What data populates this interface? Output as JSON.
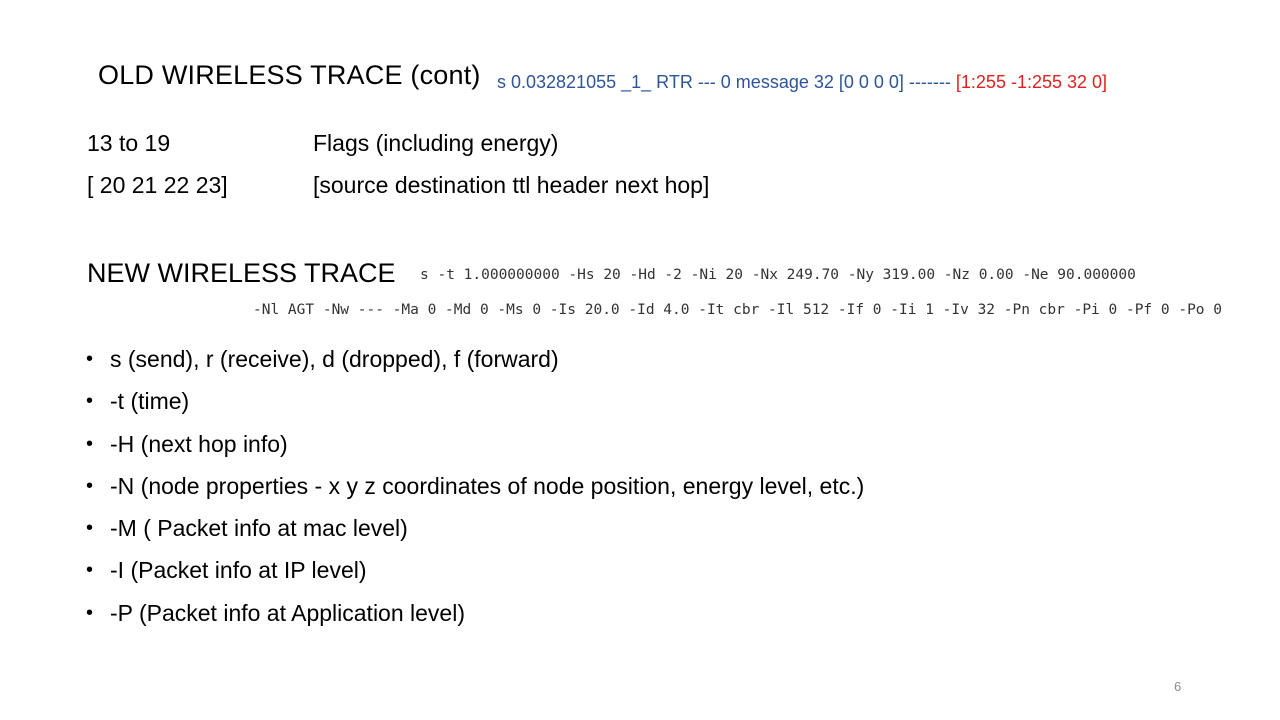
{
  "old_section": {
    "title": "OLD WIRELESS TRACE  (cont)",
    "trace_blue": "s 0.032821055 _1_ RTR  --- 0 message 32 [0 0 0 0]  -------",
    "trace_red": "[1:255 -1:255 32 0]",
    "rows": [
      {
        "left": "13 to 19",
        "right": "Flags  (including energy)"
      },
      {
        "left": "[ 20  21  22  23]",
        "right": "[source   destination    ttl header    next hop]"
      }
    ]
  },
  "new_section": {
    "title": "NEW WIRELESS TRACE",
    "trace_line_1": "s -t 1.000000000 -Hs 20 -Hd -2 -Ni 20 -Nx 249.70 -Ny 319.00 -Nz 0.00 -Ne 90.000000",
    "trace_line_2": "-Nl AGT -Nw --- -Ma 0 -Md 0 -Ms 0 -Is 20.0 -Id 4.0 -It cbr -Il 512 -If 0 -Ii 1 -Iv 32 -Pn cbr -Pi 0 -Pf 0 -Po 0",
    "bullet_glyph": "•",
    "bullets": [
      "s (send), r (receive), d (dropped), f (forward)",
      "-t  (time)",
      "-H (next hop info)",
      "-N (node properties - x y z coordinates of node position, energy level, etc.)",
      "-M ( Packet info at mac level)",
      "-I (Packet info at IP level)",
      "-P (Packet info at Application level)"
    ]
  },
  "page_number": "6",
  "colors": {
    "trace_blue": "#2e5597",
    "trace_red": "#e02020",
    "page_number": "#8a8a8a"
  }
}
